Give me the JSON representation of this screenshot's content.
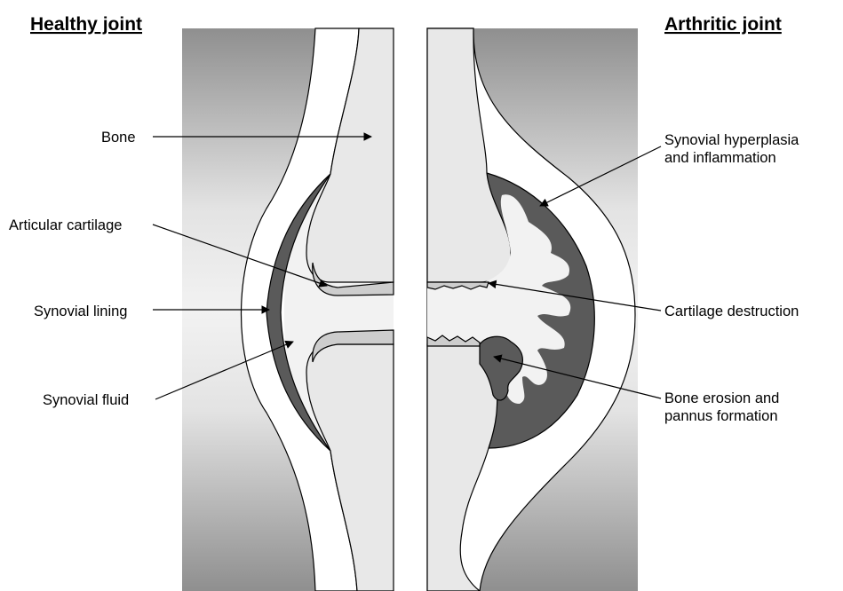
{
  "headings": {
    "left": "Healthy joint",
    "right": "Arthritic joint"
  },
  "labels": {
    "bone": "Bone",
    "articular_cartilage": "Articular cartilage",
    "synovial_lining": "Synovial lining",
    "synovial_fluid": "Synovial fluid",
    "synovial_hyperplasia_1": "Synovial hyperplasia",
    "synovial_hyperplasia_2": "and inflammation",
    "cartilage_destruction": "Cartilage destruction",
    "bone_erosion_1": "Bone erosion and",
    "bone_erosion_2": "pannus formation"
  },
  "colors": {
    "background_panel_dark": "#8f8f8f",
    "background_panel_light": "#eeeeee",
    "bone_fill": "#e8e8e8",
    "joint_space": "#f2f2f2",
    "cartilage": "#cdcdcd",
    "synovium": "#5a5a5a",
    "capsule": "#ffffff"
  }
}
